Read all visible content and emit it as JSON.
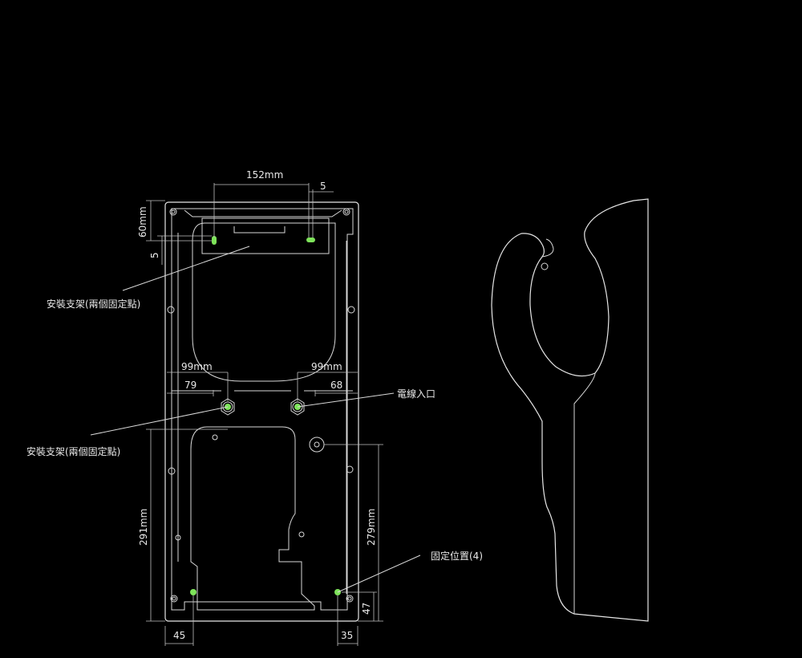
{
  "dimensions": {
    "top_width": "152mm",
    "top_offset": "5",
    "top_height": "60mm",
    "side_offset": "5",
    "left_spacing": "99mm",
    "right_spacing": "99mm",
    "left_inner": "79",
    "right_inner": "68",
    "left_height": "291mm",
    "right_height": "279mm",
    "bottom_right_height": "47",
    "bottom_left_width": "45",
    "bottom_right_width": "35"
  },
  "labels": {
    "bracket_top": "安裝支架(兩個固定點)",
    "bracket_mid": "安裝支架(兩個固定點)",
    "cable_entry": "電線入口",
    "fixing_positions": "固定位置(4)"
  },
  "colors": {
    "background": "#000000",
    "line": "#d8d8d8",
    "highlight": "#7ee35a"
  }
}
